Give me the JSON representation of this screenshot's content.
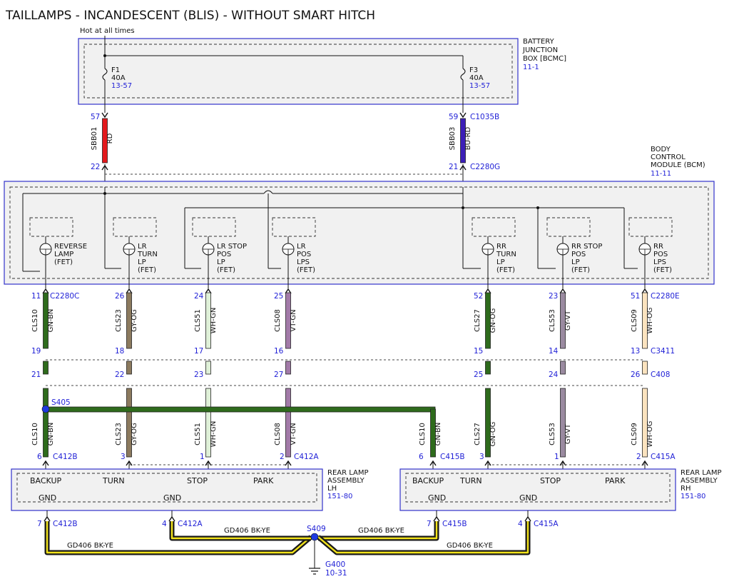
{
  "title": "TAILLAMPS - INCANDESCENT (BLIS) - WITHOUT SMART HITCH",
  "hot_label": "Hot at all times",
  "bjb": {
    "name_lines": [
      "BATTERY",
      "JUNCTION",
      "BOX [BCMC]"
    ],
    "ref": "11-1",
    "fuses": [
      {
        "name": "F1",
        "rating": "40A",
        "ref": "13-57"
      },
      {
        "name": "F3",
        "rating": "40A",
        "ref": "13-57"
      }
    ]
  },
  "feeds": [
    {
      "circuit": "SBB01",
      "color_code": "RD",
      "top_pin": "57",
      "top_conn": "",
      "bot_pin": "22",
      "bot_conn": "",
      "color": "#e3191c"
    },
    {
      "circuit": "SBB03",
      "color_code": "BU-RD",
      "top_pin": "59",
      "top_conn": "C1035B",
      "bot_pin": "21",
      "bot_conn": "C2280G",
      "color": "#3c1fb8"
    }
  ],
  "bcm": {
    "name_lines": [
      "BODY",
      "CONTROL",
      "MODULE (BCM)"
    ],
    "ref": "11-11",
    "outputs": [
      {
        "lines": [
          "REVERSE",
          "LAMP",
          "(FET)"
        ]
      },
      {
        "lines": [
          "LR",
          "TURN",
          "LP",
          "(FET)"
        ]
      },
      {
        "lines": [
          "LR STOP",
          "POS",
          "LP",
          "(FET)"
        ]
      },
      {
        "lines": [
          "LR",
          "POS",
          "LPS",
          "(FET)"
        ]
      },
      {
        "lines": [
          "RR",
          "TURN",
          "LP",
          "(FET)"
        ]
      },
      {
        "lines": [
          "RR STOP",
          "POS",
          "LP",
          "(FET)"
        ]
      },
      {
        "lines": [
          "RR",
          "POS",
          "LPS",
          "(FET)"
        ]
      }
    ]
  },
  "connectors": {
    "bcm_left": "C2280C",
    "bcm_right": "C2280E",
    "c3411": "C3411",
    "c408": "C408",
    "c412b": "C412B",
    "c412a": "C412A",
    "c415b": "C415B",
    "c415a": "C415A"
  },
  "wires": [
    {
      "circuit": "CLS10",
      "color_code": "GN-BN",
      "color": "#2e6b1c",
      "pins": [
        "11",
        "19",
        "21",
        "6"
      ]
    },
    {
      "circuit": "CLS23",
      "color_code": "GY-OG",
      "color": "#8c7a5e",
      "pins": [
        "26",
        "18",
        "22",
        "3"
      ]
    },
    {
      "circuit": "CLS51",
      "color_code": "WH-GN",
      "color": "#dff0d8",
      "pins": [
        "24",
        "17",
        "23",
        "1"
      ]
    },
    {
      "circuit": "CLS08",
      "color_code": "VT-GN",
      "color": "#a27aa8",
      "pins": [
        "25",
        "16",
        "27",
        "2"
      ]
    },
    {
      "circuit": "CLS27",
      "color_code": "GN-OG",
      "color": "#2e6b1c",
      "pins": [
        "52",
        "15",
        "25",
        "3"
      ]
    },
    {
      "circuit": "CLS53",
      "color_code": "GY-VT",
      "color": "#9a8aa0",
      "pins": [
        "23",
        "14",
        "24",
        "1"
      ]
    },
    {
      "circuit": "CLS09",
      "color_code": "WH-OG",
      "color": "#fbe3bf",
      "pins": [
        "51",
        "13",
        "26",
        "2"
      ]
    }
  ],
  "splice": {
    "name": "S405"
  },
  "branch_wire": {
    "circuit": "CLS10",
    "color_code": "GN-BN",
    "pin": "6"
  },
  "lamp_lh": {
    "name_lines": [
      "REAR LAMP",
      "ASSEMBLY",
      "LH"
    ],
    "ref": "151-80",
    "terminals": [
      "BACKUP",
      "TURN",
      "STOP",
      "PARK"
    ],
    "gnd": [
      "GND",
      "GND"
    ]
  },
  "lamp_rh": {
    "name_lines": [
      "REAR LAMP",
      "ASSEMBLY",
      "RH"
    ],
    "ref": "151-80",
    "terminals": [
      "BACKUP",
      "TURN",
      "STOP",
      "PARK"
    ],
    "gnd": [
      "GND",
      "GND"
    ]
  },
  "grounds": {
    "pins": [
      "7",
      "4",
      "7",
      "4"
    ],
    "circuit": "GD406",
    "color_code": "BK-YE",
    "splice": "S409",
    "ground": "G400",
    "ground_ref": "10-31"
  }
}
